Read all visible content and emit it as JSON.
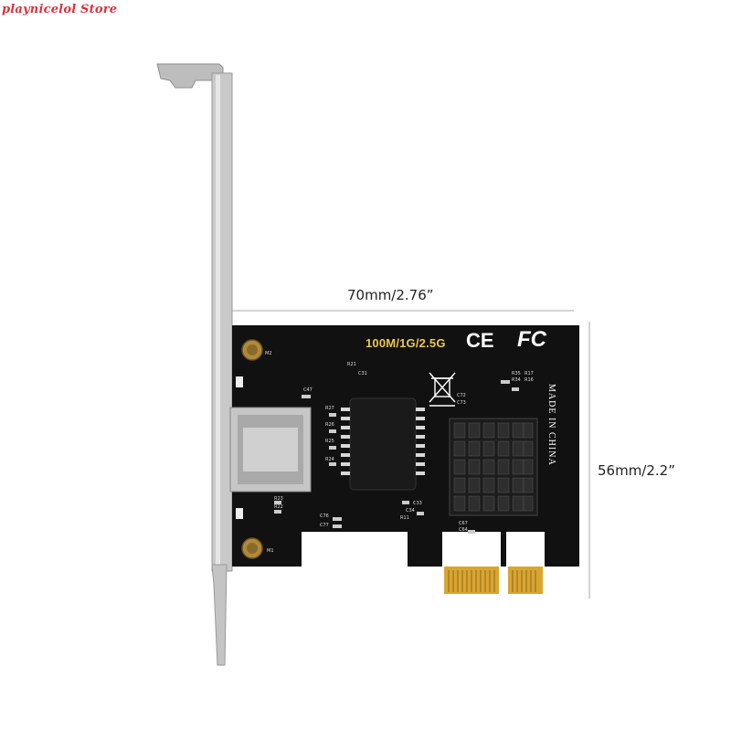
{
  "watermark": "playnicelol Store",
  "dimensions": {
    "width_label": "70mm/2.76”",
    "height_label": "56mm/2.2”"
  },
  "board": {
    "speed_label": "100M/1G/2.5G",
    "ce_mark": "CE",
    "fc_mark": "FC",
    "made_in": "MADE IN CHINA",
    "silkscreen": [
      "M2",
      "R21",
      "C31",
      "C47",
      "R27",
      "R26",
      "R25",
      "R24",
      "R23",
      "R22",
      "C76",
      "C77",
      "M1",
      "R35",
      "R17",
      "R34",
      "R16",
      "C72",
      "C73",
      "C33",
      "C34",
      "R11",
      "C67",
      "C64"
    ]
  },
  "colors": {
    "pcb": "#111111",
    "bracket": "#c9c9c9",
    "gold": "#d9a531",
    "watermark": "#e0303a",
    "speed_text": "#e8c84a"
  }
}
